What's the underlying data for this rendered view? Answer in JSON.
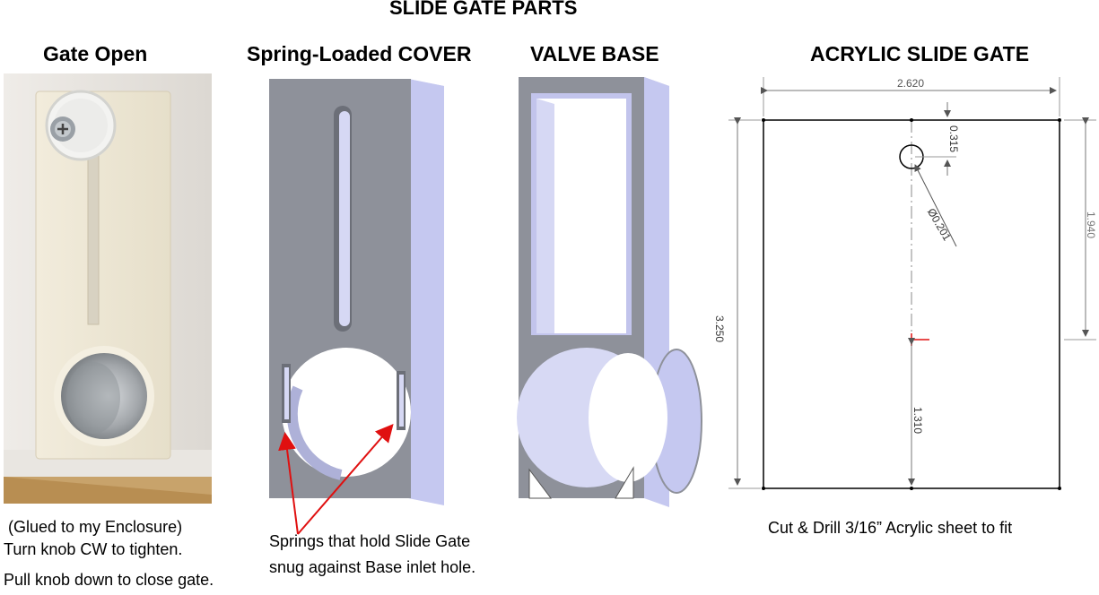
{
  "title": "SLIDE GATE PARTS",
  "headings": {
    "gate_open": "Gate Open",
    "cover": "Spring-Loaded COVER",
    "base": "VALVE BASE",
    "acrylic": "ACRYLIC SLIDE GATE"
  },
  "captions": {
    "photo": [
      "(Glued to my Enclosure)",
      "Turn knob CW to tighten.",
      "Pull knob down to close gate."
    ],
    "springs": [
      "Springs that hold Slide Gate",
      "snug against Base inlet hole."
    ],
    "acrylic": "Cut & Drill 3/16” Acrylic sheet to fit"
  },
  "dimensions": {
    "width": "2.620",
    "height": "3.250",
    "hole_offset_top": "0.315",
    "hole_diameter": "Ø0.201",
    "right_dim": "1.940",
    "bottom_dim": "1.310"
  },
  "colors": {
    "part_face": "#8e919a",
    "part_side": "#c5c8f0",
    "part_dark": "#6c6f78",
    "arrow": "#e01010",
    "dim_line": "#555555"
  }
}
